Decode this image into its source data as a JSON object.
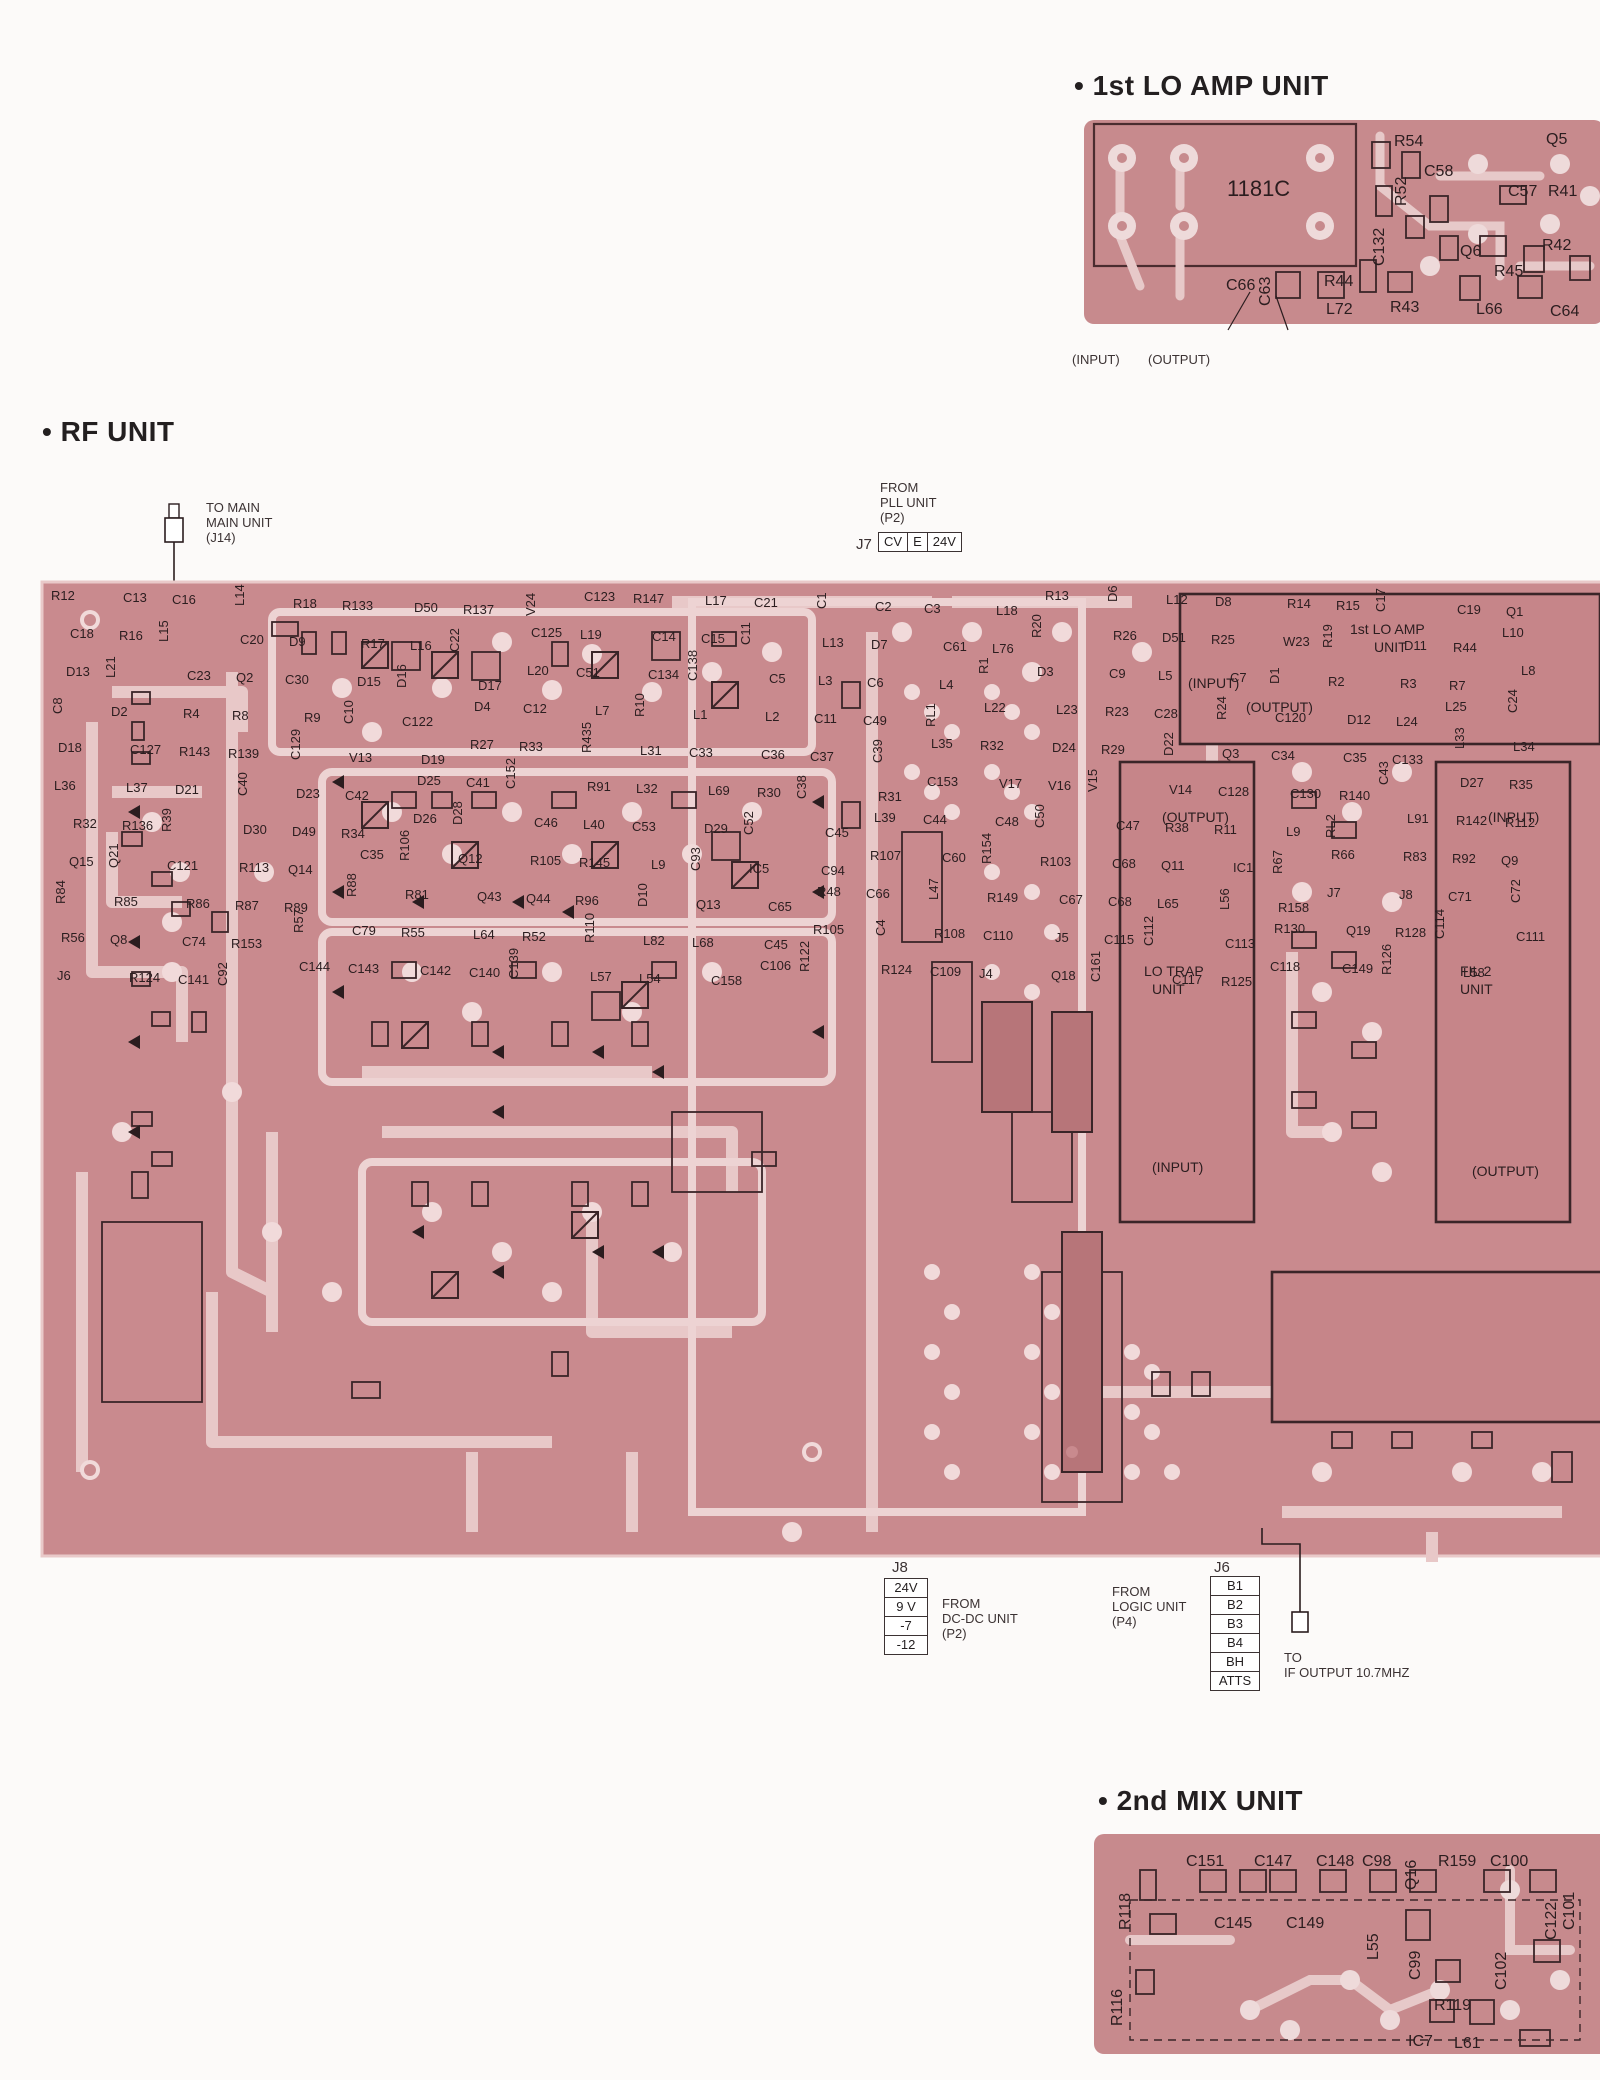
{
  "titles": {
    "lo_amp": "• 1st LO AMP UNIT",
    "rf": "• RF UNIT",
    "mix": "• 2nd MIX UNIT"
  },
  "lo_amp": {
    "notes": {
      "input": "(INPUT)",
      "output": "(OUTPUT)"
    },
    "labels": [
      "1181C",
      "R54",
      "C58",
      "Q5",
      "C57",
      "R41",
      "C132",
      "R52",
      "Q6",
      "R42",
      "R45",
      "C66",
      "C63",
      "R44",
      "L72",
      "R43",
      "L66",
      "C64"
    ]
  },
  "rf": {
    "to_main": [
      "TO MAIN",
      "MAIN UNIT",
      "(J14)"
    ],
    "from_pll": [
      "FROM",
      "PLL UNIT",
      "(P2)"
    ],
    "j7": {
      "label": "J7",
      "pins": [
        "CV",
        "E",
        "24V"
      ]
    },
    "j8": {
      "label": "J8",
      "pins": [
        "24V",
        "9 V",
        "-7",
        "-12"
      ]
    },
    "from_dcdc": [
      "FROM",
      "DC-DC UNIT",
      "(P2)"
    ],
    "from_logic": [
      "FROM",
      "LOGIC UNIT",
      "(P4)"
    ],
    "j6": {
      "label": "J6",
      "pins": [
        "B1",
        "B2",
        "B3",
        "B4",
        "BH",
        "ATTS"
      ]
    },
    "to_if": [
      "TO",
      "IF OUTPUT 10.7MHz"
    ],
    "subunits": {
      "lo_amp_title": "1st LO AMP",
      "lo_amp_unit": "UNIT",
      "lo_amp_input": "(INPUT)",
      "lo_amp_output": "(OUTPUT)",
      "lo_trap_title": "LO TRAP",
      "lo_trap_unit": "UNIT",
      "lo_trap_output": "(OUTPUT)",
      "lo_trap_input": "(INPUT)",
      "fil2_title": "FIL 2",
      "fil2_unit": "UNIT",
      "fil2_input": "(INPUT)",
      "fil2_output": "(OUTPUT)"
    },
    "labels": [
      "R12",
      "C13",
      "C16",
      "L14",
      "R18",
      "R133",
      "D50",
      "R137",
      "V24",
      "C123",
      "R147",
      "L17",
      "C21",
      "C1",
      "C2",
      "C3",
      "L18",
      "R13",
      "D6",
      "L12",
      "D8",
      "R14",
      "R15",
      "C17",
      "C19",
      "Q1",
      "C18",
      "R16",
      "L15",
      "C20",
      "D9",
      "R17",
      "L16",
      "C22",
      "C125",
      "L19",
      "C14",
      "C15",
      "C11",
      "L13",
      "D7",
      "C61",
      "L76",
      "R20",
      "R26",
      "D51",
      "R25",
      "W23",
      "R19",
      "D11",
      "R44",
      "L10",
      "D13",
      "L21",
      "C23",
      "Q2",
      "C30",
      "D15",
      "D16",
      "D17",
      "L20",
      "C51",
      "C134",
      "C138",
      "C5",
      "L3",
      "C6",
      "L4",
      "R1",
      "D3",
      "C9",
      "L5",
      "C7",
      "D1",
      "R2",
      "R3",
      "R7",
      "L8",
      "C8",
      "D2",
      "R4",
      "R8",
      "R9",
      "C10",
      "C122",
      "D4",
      "C12",
      "L7",
      "R10",
      "L1",
      "L2",
      "C11",
      "C49",
      "RL1",
      "L22",
      "L23",
      "R23",
      "C28",
      "R24",
      "C120",
      "D12",
      "L24",
      "L25",
      "C24",
      "D18",
      "C127",
      "R143",
      "R139",
      "C129",
      "V13",
      "D19",
      "R27",
      "R33",
      "R435",
      "L31",
      "C33",
      "C36",
      "C37",
      "C39",
      "L35",
      "R32",
      "D24",
      "R29",
      "D22",
      "Q3",
      "C34",
      "C35",
      "C133",
      "L33",
      "L34",
      "L36",
      "L37",
      "D21",
      "C40",
      "D23",
      "C42",
      "D25",
      "C41",
      "C152",
      "R91",
      "L32",
      "L69",
      "R30",
      "C38",
      "R31",
      "C153",
      "V17",
      "V16",
      "V15",
      "V14",
      "C128",
      "C130",
      "R140",
      "C43",
      "D27",
      "R35",
      "R32",
      "R136",
      "R39",
      "D30",
      "D49",
      "R34",
      "D26",
      "D28",
      "C46",
      "L40",
      "C53",
      "D29",
      "C52",
      "C45",
      "L39",
      "C44",
      "C48",
      "C50",
      "C47",
      "R38",
      "R11",
      "L9",
      "RL2",
      "L91",
      "R142",
      "R112",
      "Q15",
      "Q21",
      "C121",
      "R113",
      "Q14",
      "C35",
      "R106",
      "Q12",
      "R105",
      "R145",
      "L9",
      "C93",
      "IC5",
      "C94",
      "R107",
      "C60",
      "R154",
      "R103",
      "C68",
      "Q11",
      "IC1",
      "R67",
      "R66",
      "R83",
      "R92",
      "Q9",
      "R84",
      "R85",
      "R86",
      "R87",
      "R89",
      "R88",
      "R81",
      "Q43",
      "Q44",
      "R96",
      "D10",
      "Q13",
      "C65",
      "R48",
      "C66",
      "L47",
      "R149",
      "C67",
      "C68",
      "L65",
      "L56",
      "R158",
      "J7",
      "J8",
      "C71",
      "C72",
      "R56",
      "Q8",
      "C74",
      "R153",
      "R57",
      "C79",
      "R55",
      "L64",
      "R52",
      "R110",
      "L82",
      "L68",
      "C45",
      "R105",
      "C4",
      "R108",
      "C110",
      "J5",
      "C115",
      "C112",
      "C113",
      "R130",
      "Q19",
      "R128",
      "C114",
      "C111",
      "J6",
      "R124",
      "C141",
      "C92",
      "C144",
      "C143",
      "C142",
      "C140",
      "C139",
      "L57",
      "L54",
      "C158",
      "C106",
      "R122",
      "R124",
      "C109",
      "J4",
      "Q18",
      "C161",
      "C117",
      "R125",
      "C118",
      "C149",
      "R126",
      "L58"
    ]
  },
  "mix": {
    "labels": [
      "R118",
      "C151",
      "C147",
      "C148",
      "C98",
      "Q16",
      "R159",
      "C100",
      "C145",
      "C149",
      "R116",
      "L55",
      "C99",
      "R119",
      "C102",
      "C122",
      "C101",
      "IC7",
      "L61"
    ]
  }
}
